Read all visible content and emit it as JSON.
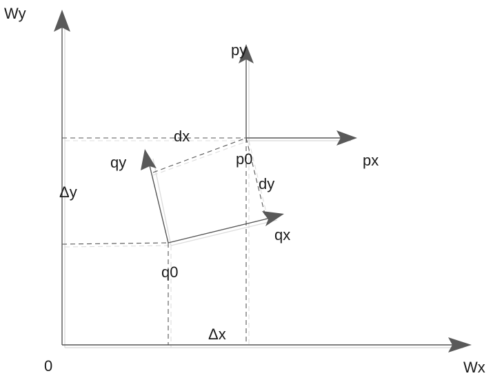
{
  "labels": {
    "world_y": "Wy",
    "world_x": "Wx",
    "origin": "0",
    "p_y": "py",
    "p_x": "px",
    "p_origin": "p0",
    "dx": "dx",
    "dy": "dy",
    "q_y": "qy",
    "q_x": "qx",
    "q_origin": "q0",
    "delta_y": "Δy",
    "delta_x": "Δx"
  }
}
